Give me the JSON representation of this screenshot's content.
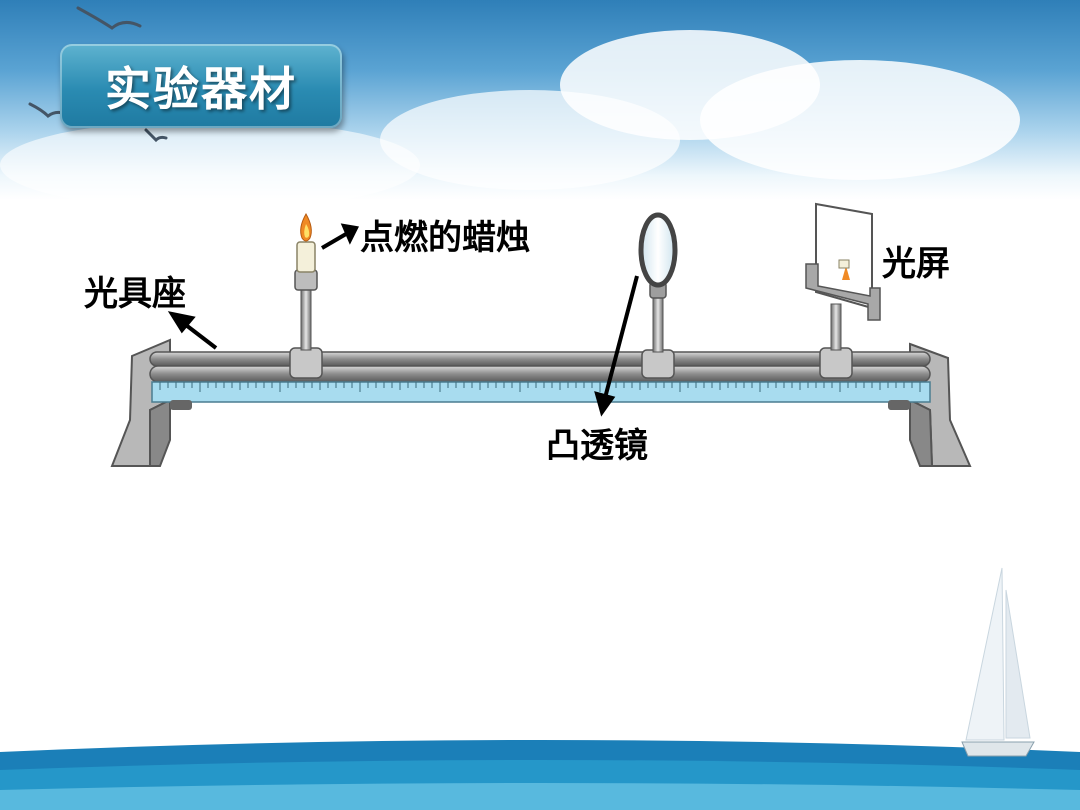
{
  "slide": {
    "title": "实验器材"
  },
  "labels": {
    "bench": "光具座",
    "candle": "点燃的蜡烛",
    "lens": "凸透镜",
    "screen": "光屏"
  },
  "colors": {
    "title_box": "#2a8bb2",
    "ruler": "#a8dcef",
    "bench_metal": "#9a9a9a"
  }
}
